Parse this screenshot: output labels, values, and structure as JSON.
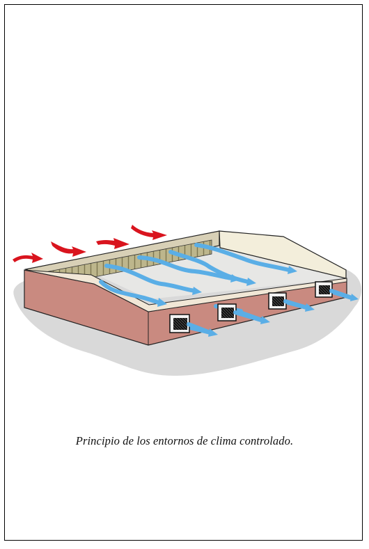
{
  "figure": {
    "caption": "Principio de los entornos de clima controlado.",
    "icons": [
      "warm-air-inflow-arrow",
      "cooled-air-flow-arrow",
      "evaporative-cooler-unit"
    ],
    "colors": {
      "warm_air": "#d9141e",
      "cooled_air": "#5aaee6",
      "walls": "#c98a80",
      "floor": "#e7e7e5",
      "ground_shadow": "#d9d9d9",
      "inner_wall": "#f3eedb",
      "cooling_pad": "#a7a27a"
    }
  }
}
